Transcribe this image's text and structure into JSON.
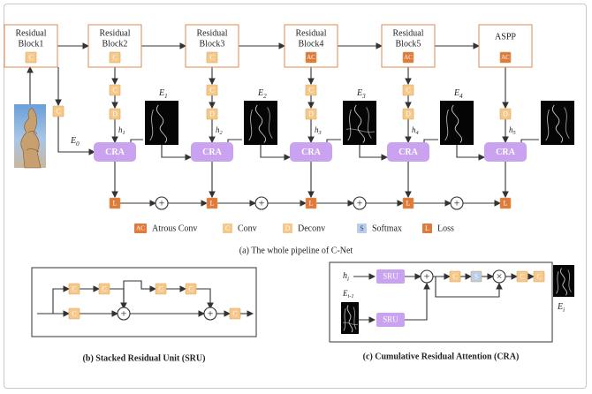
{
  "pipeline": {
    "blocks": [
      {
        "title1": "Residual",
        "title2": "Block1",
        "badge": "C"
      },
      {
        "title1": "Residual",
        "title2": "Block2",
        "badge": "C"
      },
      {
        "title1": "Residual",
        "title2": "Block3",
        "badge": "C"
      },
      {
        "title1": "Residual",
        "title2": "Block4",
        "badge": "AC"
      },
      {
        "title1": "Residual",
        "title2": "Block5",
        "badge": "AC"
      },
      {
        "title1": "ASPP",
        "title2": "",
        "badge": "AC"
      }
    ],
    "branch_badges": {
      "conv": "C",
      "deconv": "D"
    },
    "cra_label": "CRA",
    "loss_label": "L",
    "plus_symbol": "+",
    "e0_label": "E0",
    "h_labels": [
      "h1",
      "h2",
      "h3",
      "h4",
      "h5"
    ],
    "e_labels": [
      "E1",
      "E2",
      "E3",
      "E4"
    ],
    "caption": "(a) The whole pipeline of C-Net"
  },
  "legend": [
    {
      "badge": "AC",
      "label": "Atrous Conv",
      "color": "#e07a3a",
      "text_color": "#ffffff"
    },
    {
      "badge": "C",
      "label": "Conv",
      "color": "#f6c98a",
      "text_color": "#ffffff"
    },
    {
      "badge": "D",
      "label": "Deconv",
      "color": "#f6c98a",
      "text_color": "#ffffff"
    },
    {
      "badge": "S",
      "label": "Softmax",
      "color": "#b8cde8",
      "text_color": "#2b4a7a"
    },
    {
      "badge": "L",
      "label": "Loss",
      "color": "#e07a3a",
      "text_color": "#ffffff"
    }
  ],
  "sru": {
    "badge": "C",
    "plus_symbol": "+",
    "caption": "(b) Stacked Residual Unit (SRU)"
  },
  "cra": {
    "h_label": "hi",
    "e_prev_label": "Ei-1",
    "e_out_label": "Ei",
    "sru_label": "SRU",
    "conv_badge": "C",
    "softmax_badge": "S",
    "plus_symbol": "+",
    "times_symbol": "×",
    "caption": "(c) Cumulative Residual Attention (CRA)"
  },
  "colors": {
    "block_border": "#e38a52",
    "conv": "#f6c98a",
    "atrous": "#e07a3a",
    "loss": "#e07a3a",
    "cra": "#c9a2f0",
    "softmax": "#b8cde8",
    "line": "#333333"
  }
}
